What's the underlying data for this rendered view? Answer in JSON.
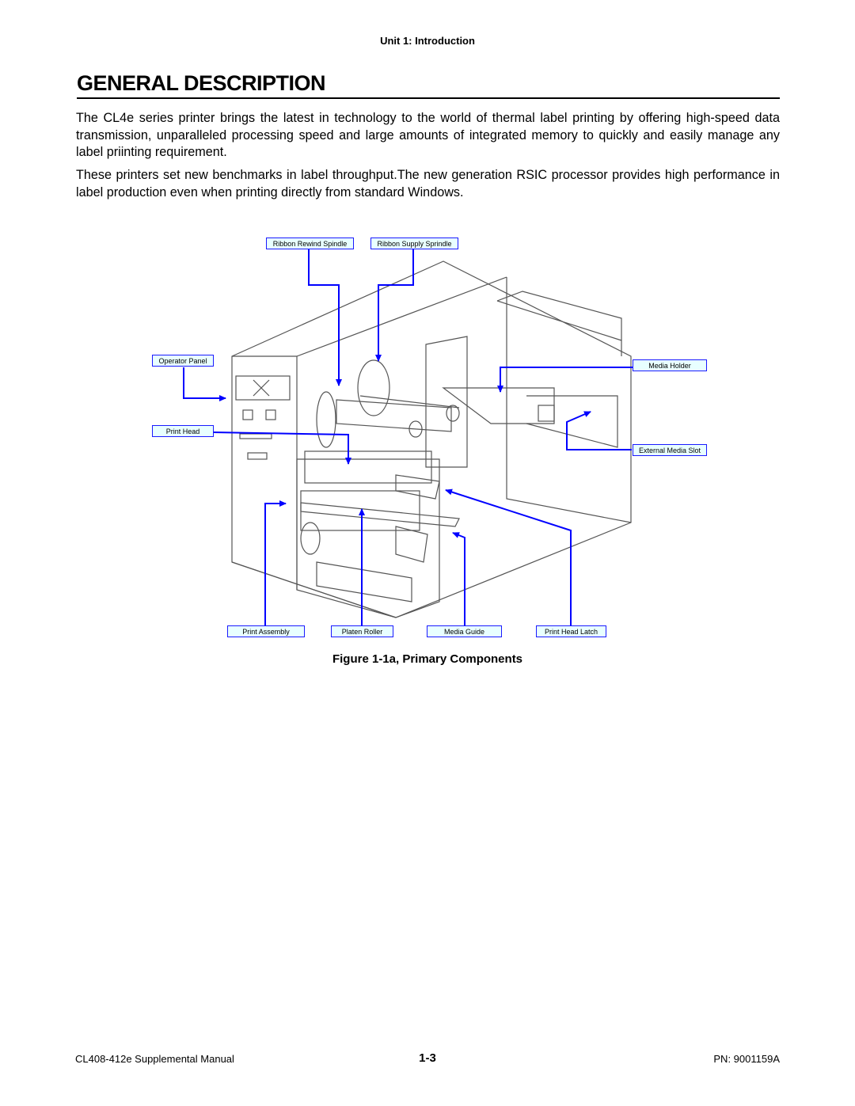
{
  "header": {
    "unit": "Unit 1:  Introduction"
  },
  "title": "GENERAL DESCRIPTION",
  "paragraphs": [
    "The CL4e series printer brings the latest in technology to the world of thermal label printing by offering high-speed data transmission, unparalleled processing speed and large amounts of integrated memory to quickly and easily manage any label priinting requirement.",
    "These printers set new benchmarks in label throughput.The new generation RSIC processor provides high performance in label production even when printing directly from standard Windows."
  ],
  "figure": {
    "callouts": {
      "ribbon_rewind": "Ribbon Rewind Spindle",
      "ribbon_supply": "Ribbon Supply Sprindle",
      "operator_panel": "Operator Panel",
      "print_head": "Print Head",
      "media_holder": "Media Holder",
      "external_media_slot": "External Media Slot",
      "print_assembly": "Print Assembly",
      "platen_roller": "Platen Roller",
      "media_guide": "Media Guide",
      "print_head_latch": "Print Head Latch"
    },
    "caption": "Figure 1-1a, Primary Components",
    "colors": {
      "callout_border": "#1a1aff",
      "callout_fill": "#e8ffff",
      "leader": "#0000ff"
    }
  },
  "footer": {
    "left": "CL408-412e Supplemental Manual",
    "center": "1-3",
    "right": "PN: 9001159A"
  }
}
